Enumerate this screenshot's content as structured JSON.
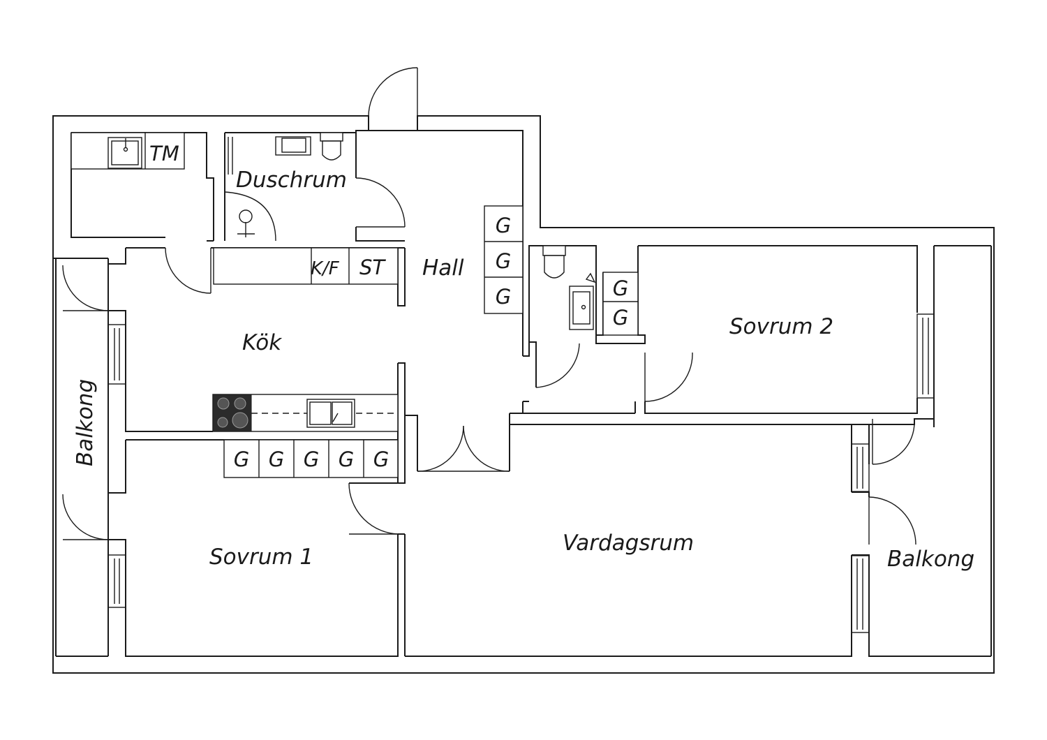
{
  "rooms": {
    "tm": "TM",
    "duschrum": "Duschrum",
    "kf": "K/F",
    "st": "ST",
    "hall": "Hall",
    "kok": "Kök",
    "balkong_left": "Balkong",
    "sovrum1": "Sovrum 1",
    "sovrum2": "Sovrum 2",
    "vardagsrum": "Vardagsrum",
    "balkong_right": "Balkong"
  },
  "storage": {
    "hall": [
      "G",
      "G",
      "G"
    ],
    "hall_bath": [
      "G",
      "G"
    ],
    "kitchen": [
      "G",
      "G",
      "G",
      "G",
      "G"
    ]
  },
  "colors": {
    "line": "#1a1a1a",
    "background": "#ffffff",
    "stove": "#2b2b2b"
  }
}
